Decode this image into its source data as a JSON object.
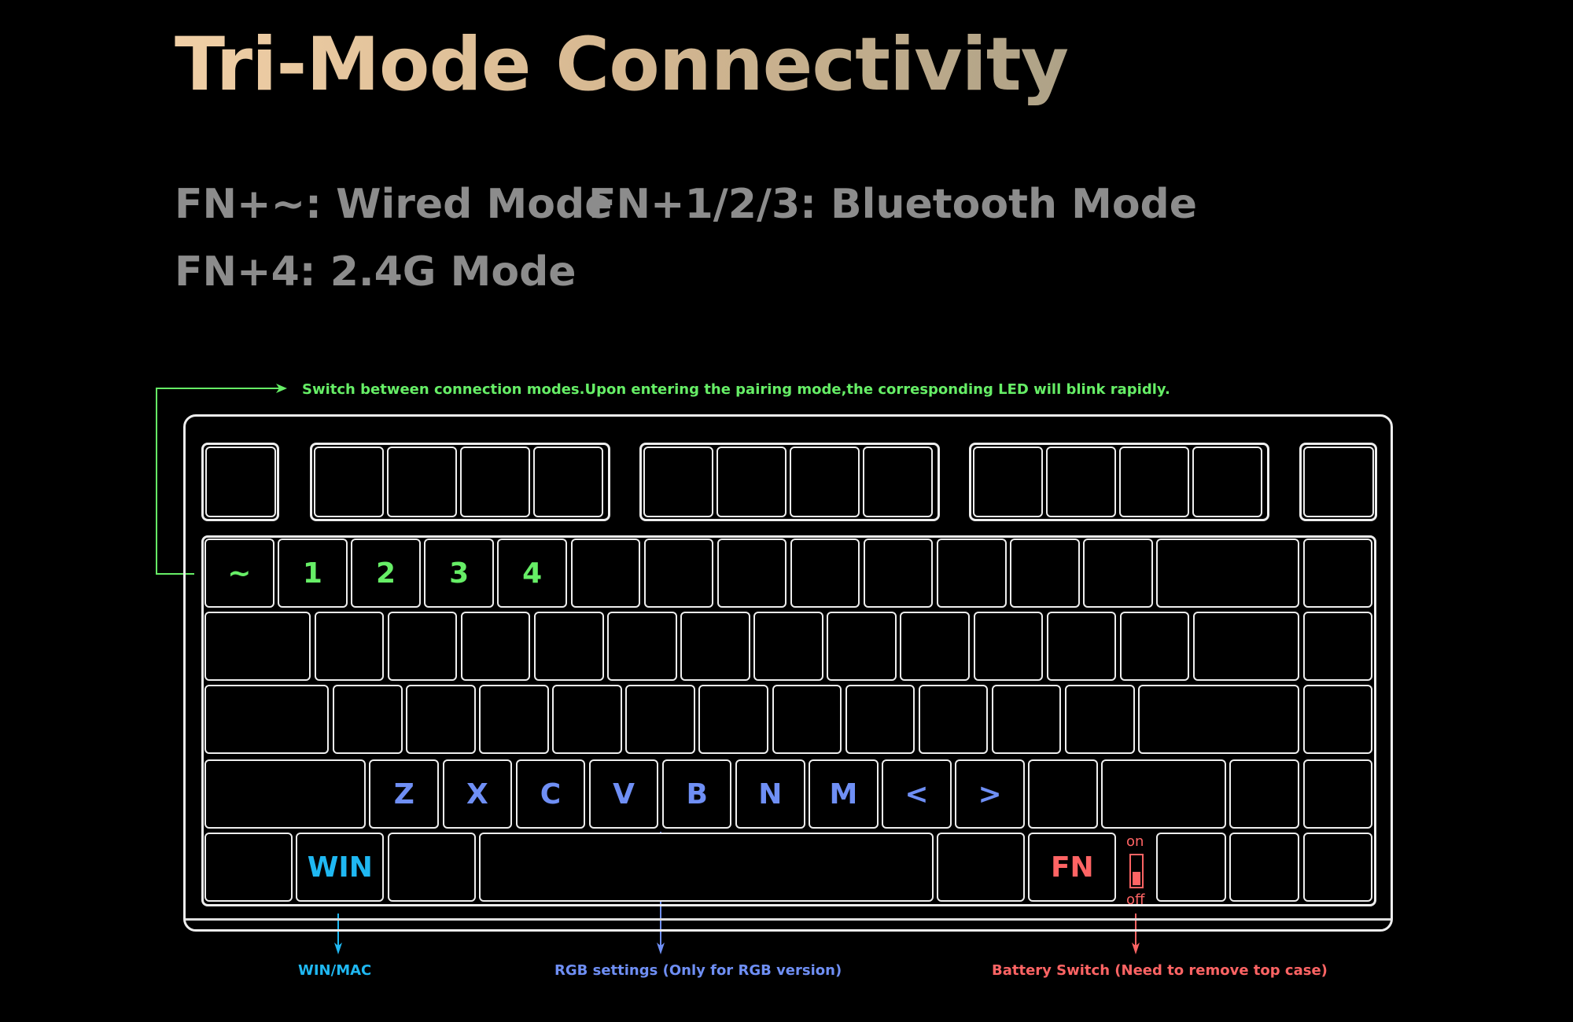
{
  "title": "Tri-Mode Connectivity",
  "modes": {
    "wired": "FN+~: Wired Mode",
    "bluetooth": "FN+1/2/3: Bluetooth Mode",
    "rf": "FN+4: 2.4G Mode"
  },
  "annotations": {
    "connection": "Switch between connection modes.Upon entering the pairing mode,the corresponding LED will blink rapidly.",
    "winmac": "WIN/MAC",
    "rgb": "RGB settings (Only for RGB version)",
    "battery": "Battery Switch (Need to remove top case)"
  },
  "switch": {
    "on": "on",
    "off": "off"
  },
  "legends": {
    "mode_keys": [
      "~",
      "1",
      "2",
      "3",
      "4"
    ],
    "rgb_keys": [
      "Z",
      "X",
      "C",
      "V",
      "B",
      "N",
      "M",
      "<",
      ">"
    ],
    "win": "WIN",
    "fn": "FN"
  },
  "colors": {
    "green": "#66ee66",
    "blue": "#6f8ff5",
    "cyan": "#1fb8f2",
    "red": "#ff6464"
  }
}
